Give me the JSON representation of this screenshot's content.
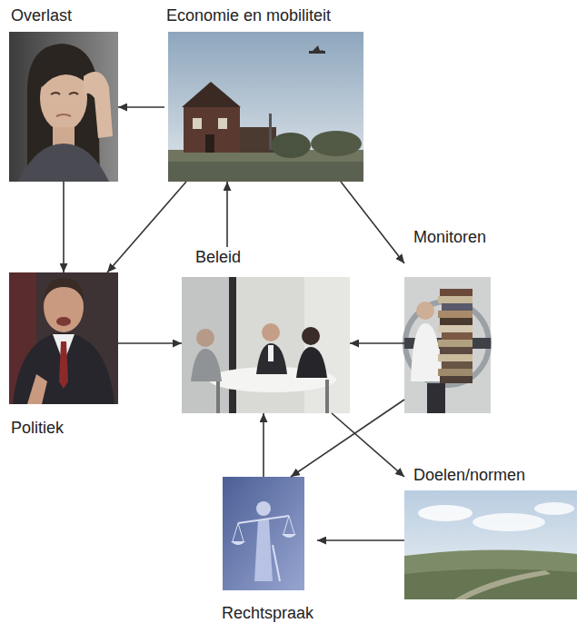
{
  "diagram": {
    "nodes": [
      {
        "text": [
          "Overlast"
        ]
      },
      {
        "text": [
          "Economie en mobiliteit"
        ]
      },
      {
        "text": [
          "Politiek"
        ]
      },
      {
        "text": [
          "Beleid"
        ]
      },
      {
        "text": [
          "Monitoren"
        ]
      },
      {
        "text": [
          "Rechtspraak"
        ]
      },
      {
        "text": [
          "Doelen/normen"
        ]
      }
    ],
    "edges": [
      {
        "from": 1,
        "to": 0,
        "arrow": "to"
      },
      {
        "from": 0,
        "to": 2,
        "arrow": "to"
      },
      {
        "from": 1,
        "to": 2,
        "arrow": "to"
      },
      {
        "from": 1,
        "to": 4,
        "arrow": "to"
      },
      {
        "from": 3,
        "to": 1,
        "arrow": "to"
      },
      {
        "from": 2,
        "to": 3,
        "arrow": "to"
      },
      {
        "from": 4,
        "to": 3,
        "arrow": "to"
      },
      {
        "from": 3,
        "to": 6,
        "arrow": "to"
      },
      {
        "from": 4,
        "to": 5,
        "arrow": "to"
      },
      {
        "from": 6,
        "to": 5,
        "arrow": "to"
      },
      {
        "from": 5,
        "to": 3,
        "arrow": "to"
      }
    ]
  }
}
